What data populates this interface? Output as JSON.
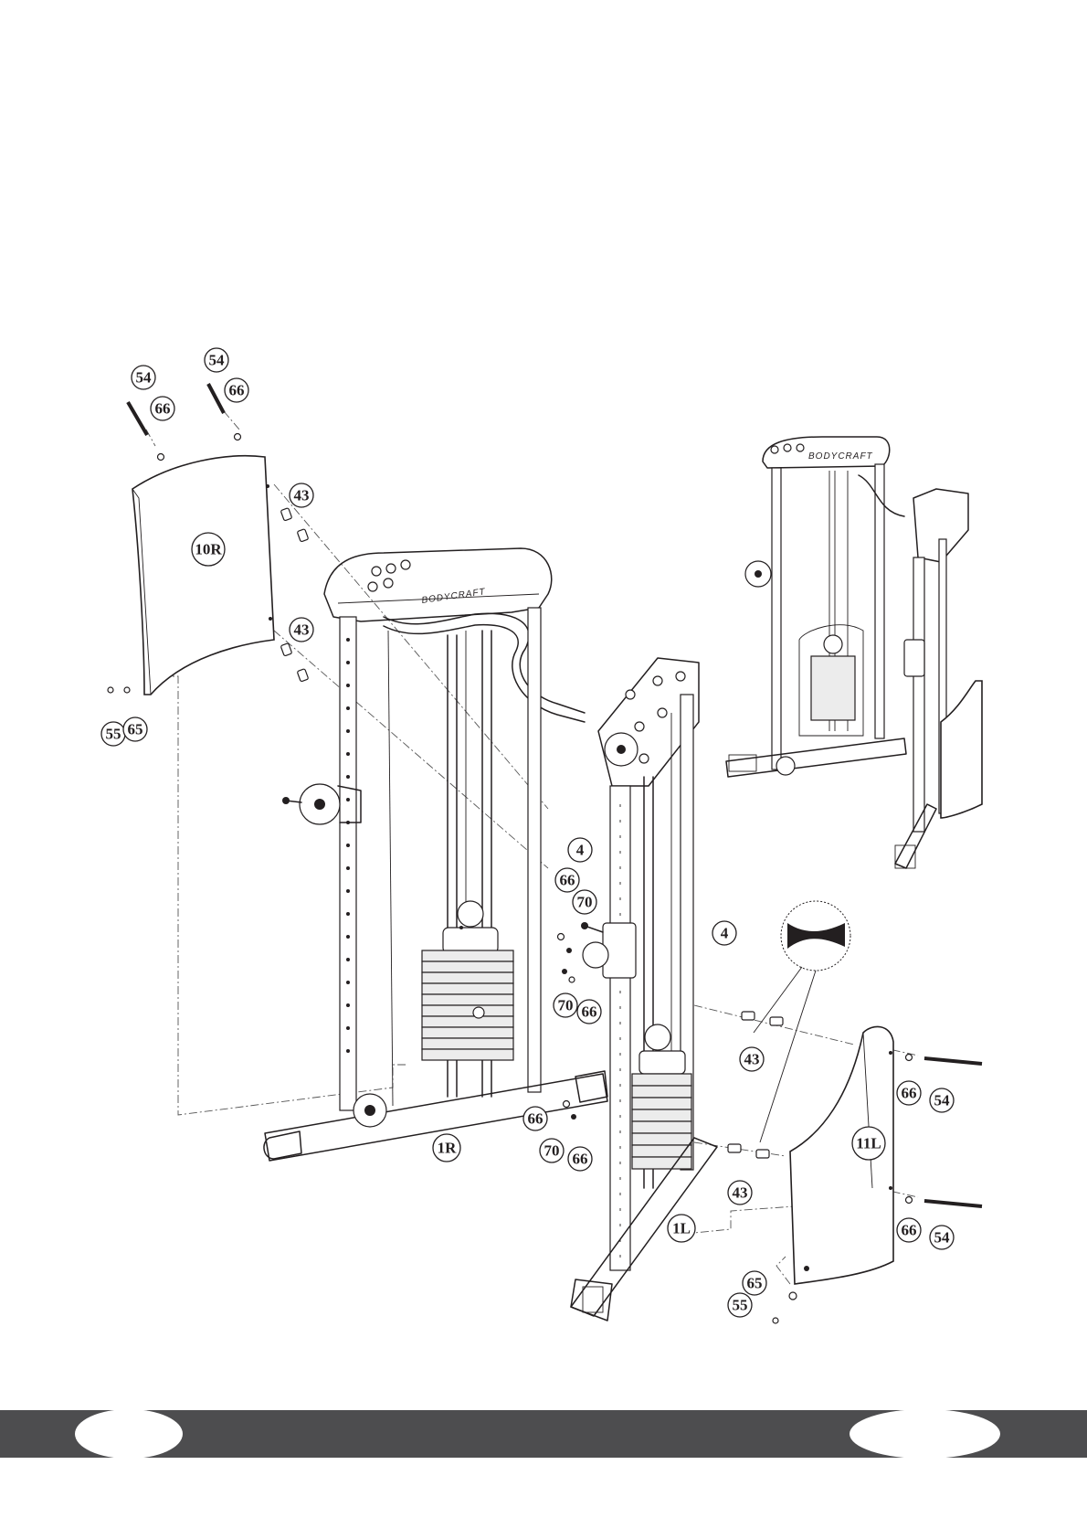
{
  "diagram": {
    "part_labels": [
      {
        "id": "c-54a",
        "text": "54"
      },
      {
        "id": "c-66a",
        "text": "66"
      },
      {
        "id": "c-54b",
        "text": "54"
      },
      {
        "id": "c-66b",
        "text": "66"
      },
      {
        "id": "c-43a",
        "text": "43"
      },
      {
        "id": "c-10R",
        "text": "10R"
      },
      {
        "id": "c-43b",
        "text": "43"
      },
      {
        "id": "c-55a",
        "text": "55"
      },
      {
        "id": "c-65a",
        "text": "65"
      },
      {
        "id": "c-4a",
        "text": "4"
      },
      {
        "id": "c-66c",
        "text": "66"
      },
      {
        "id": "c-70a",
        "text": "70"
      },
      {
        "id": "c-4b",
        "text": "4"
      },
      {
        "id": "c-70b",
        "text": "70"
      },
      {
        "id": "c-66d",
        "text": "66"
      },
      {
        "id": "c-43c",
        "text": "43"
      },
      {
        "id": "c-66e",
        "text": "66"
      },
      {
        "id": "c-54c",
        "text": "54"
      },
      {
        "id": "c-66f",
        "text": "66"
      },
      {
        "id": "c-70c",
        "text": "70"
      },
      {
        "id": "c-66g",
        "text": "66"
      },
      {
        "id": "c-1R",
        "text": "1R"
      },
      {
        "id": "c-11L",
        "text": "11L"
      },
      {
        "id": "c-43d",
        "text": "43"
      },
      {
        "id": "c-1L",
        "text": "1L"
      },
      {
        "id": "c-66h",
        "text": "66"
      },
      {
        "id": "c-54d",
        "text": "54"
      },
      {
        "id": "c-65b",
        "text": "65"
      },
      {
        "id": "c-55b",
        "text": "55"
      }
    ],
    "brand_text": "BODYCRAFT",
    "inset_brand_text": "BODYCRAFT"
  },
  "footer": {
    "left_page_number": "",
    "right_page_number": ""
  },
  "colors": {
    "line": "#231f20",
    "footer_bar": "#4d4d4f",
    "background": "#ffffff"
  }
}
